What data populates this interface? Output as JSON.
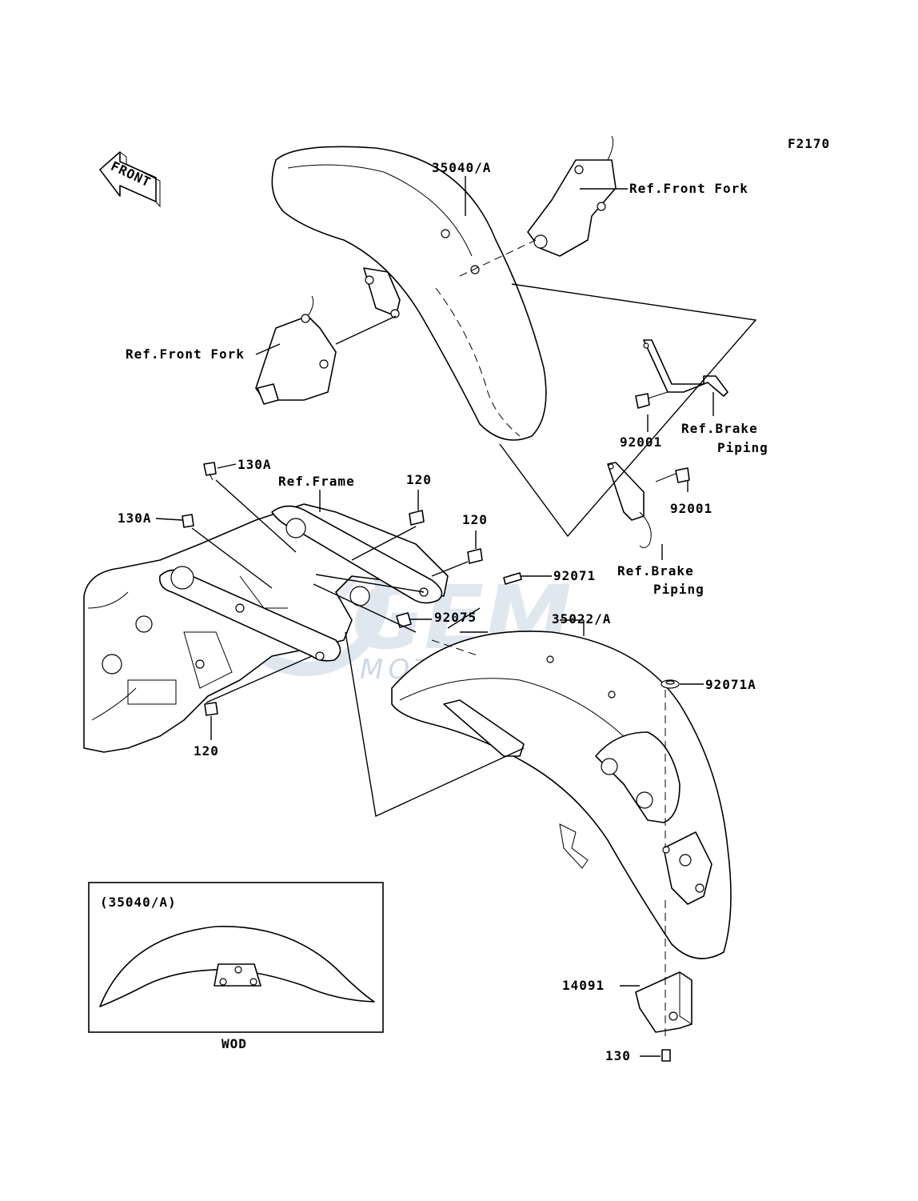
{
  "diagram_code": "F2170",
  "front_arrow": "FRONT",
  "watermark": {
    "logo": "GEM",
    "tagline": "MOTORPARTS"
  },
  "labels": {
    "front_fender_part": "35040/A",
    "ref_front_fork_right": "Ref.Front Fork",
    "ref_front_fork_left": "Ref.Front Fork",
    "bolt_92001_upper": "92001",
    "bolt_92001_lower": "92001",
    "ref_brake_piping_upper_1": "Ref.Brake",
    "ref_brake_piping_upper_2": "Piping",
    "ref_brake_piping_lower_1": "Ref.Brake",
    "ref_brake_piping_lower_2": "Piping",
    "bolt_130A_upper": "130A",
    "bolt_130A_lower": "130A",
    "ref_frame": "Ref.Frame",
    "bolt_120_a": "120",
    "bolt_120_b": "120",
    "bolt_120_c": "120",
    "part_92071": "92071",
    "part_92075": "92075",
    "rear_fender_part": "35022/A",
    "part_92071A": "92071A",
    "part_14091": "14091",
    "bolt_130": "130"
  },
  "inset": {
    "title": "(35040/A)",
    "caption": "WOD"
  }
}
